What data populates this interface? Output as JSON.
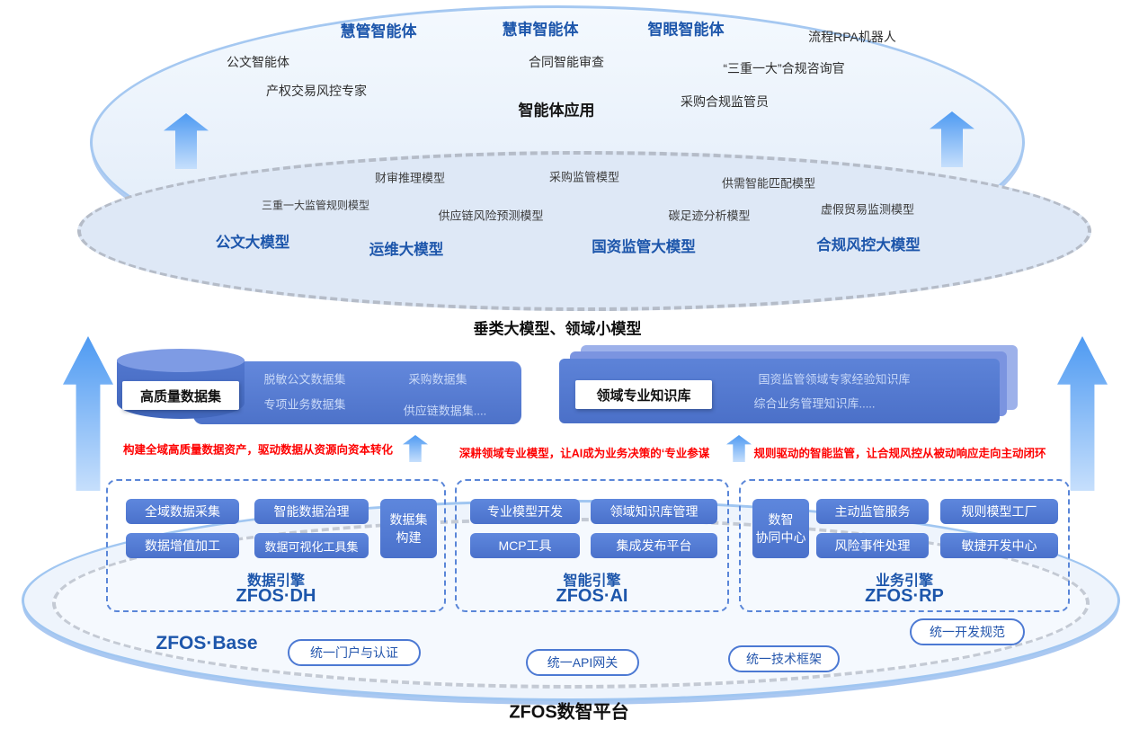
{
  "agent_layer": {
    "title": "智能体应用",
    "bold_agents": [
      "慧管智能体",
      "慧审智能体",
      "智眼智能体"
    ],
    "agents": [
      "流程RPA机器人",
      "公文智能体",
      "合同智能审查",
      "“三重一大”合规咨询官",
      "产权交易风控专家",
      "采购合规监管员"
    ]
  },
  "model_layer": {
    "small_models": [
      "财审推理模型",
      "采购监管模型",
      "供需智能匹配模型",
      "三重一大监管规则模型",
      "供应链风险预测模型",
      "碳足迹分析模型",
      "虚假贸易监测模型"
    ],
    "large_models": [
      "公文大模型",
      "运维大模型",
      "国资监管大模型",
      "合规风控大模型"
    ],
    "caption": "垂类大模型、领域小模型"
  },
  "data_layer": {
    "dataset_label": "高质量数据集",
    "dataset_items": [
      "脱敏公文数据集",
      "采购数据集",
      "专项业务数据集",
      "供应链数据集...."
    ],
    "knowledge_label": "领域专业知识库",
    "knowledge_items": [
      "国资监管领域专家经验知识库",
      "综合业务管理知识库....."
    ],
    "notes": [
      "构建全域高质量数据资产，驱动数据从资源向资本转化",
      "深耕领域专业模型，让AI成为业务决策的‘专业参谋",
      "规则驱动的智能监管，让合规风控从被动响应走向主动闭环"
    ]
  },
  "engines": [
    {
      "name": "数据引擎",
      "code": "ZFOS·DH",
      "tall_chip": "数据集\n构建",
      "chips": [
        "全域数据采集",
        "智能数据治理",
        "数据增值加工",
        "数据可视化工具集"
      ]
    },
    {
      "name": "智能引擎",
      "code": "ZFOS·AI",
      "chips": [
        "专业模型开发",
        "领域知识库管理",
        "MCP工具",
        "集成发布平台"
      ]
    },
    {
      "name": "业务引擎",
      "code": "ZFOS·RP",
      "tall_chip": "数智\n协同中心",
      "chips": [
        "主动监管服务",
        "规则模型工厂",
        "风险事件处理",
        "敏捷开发中心"
      ]
    }
  ],
  "base_layer": {
    "label": "ZFOS·Base",
    "pills": [
      "统一门户与认证",
      "统一API网关",
      "统一技术框架",
      "统一开发规范"
    ]
  },
  "platform_title": "ZFOS数智平台",
  "colors": {
    "accent_blue": "#1d56ab",
    "chip_blue": "#4f7ad2",
    "note_red": "#fe0000",
    "arrow_blue": "#5fa3f3"
  }
}
